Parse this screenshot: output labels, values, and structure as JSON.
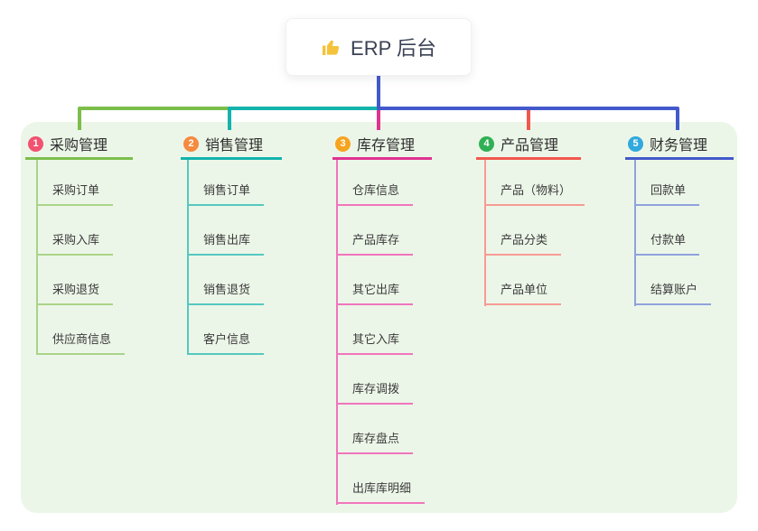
{
  "root": {
    "label": "ERP 后台",
    "icon": "thumbs-up-icon",
    "icon_color": "#F5C33B",
    "connector_color": "#4359CB"
  },
  "canvas": {
    "background": "#ECF6E8"
  },
  "branches": [
    {
      "number": "1",
      "label": "采购管理",
      "color": "#7CBE4B",
      "light_color": "#A9D489",
      "badge_color": "#F25170",
      "children": [
        "采购订单",
        "采购入库",
        "采购退货",
        "供应商信息"
      ]
    },
    {
      "number": "2",
      "label": "销售管理",
      "color": "#14B3AC",
      "light_color": "#56C7C0",
      "badge_color": "#F68A3E",
      "children": [
        "销售订单",
        "销售出库",
        "销售退货",
        "客户信息"
      ]
    },
    {
      "number": "3",
      "label": "库存管理",
      "color": "#E03390",
      "light_color": "#F075BD",
      "badge_color": "#F6A420",
      "children": [
        "仓库信息",
        "产品库存",
        "其它出库",
        "其它入库",
        "库存调拨",
        "库存盘点",
        "出库库明细"
      ]
    },
    {
      "number": "4",
      "label": "产品管理",
      "color": "#F2574D",
      "light_color": "#F69B93",
      "badge_color": "#30B055",
      "children": [
        "产品（物料）",
        "产品分类",
        "产品单位"
      ]
    },
    {
      "number": "5",
      "label": "财务管理",
      "color": "#4359CB",
      "light_color": "#8FA2DC",
      "badge_color": "#30A9DD",
      "children": [
        "回款单",
        "付款单",
        "结算账户"
      ]
    }
  ]
}
